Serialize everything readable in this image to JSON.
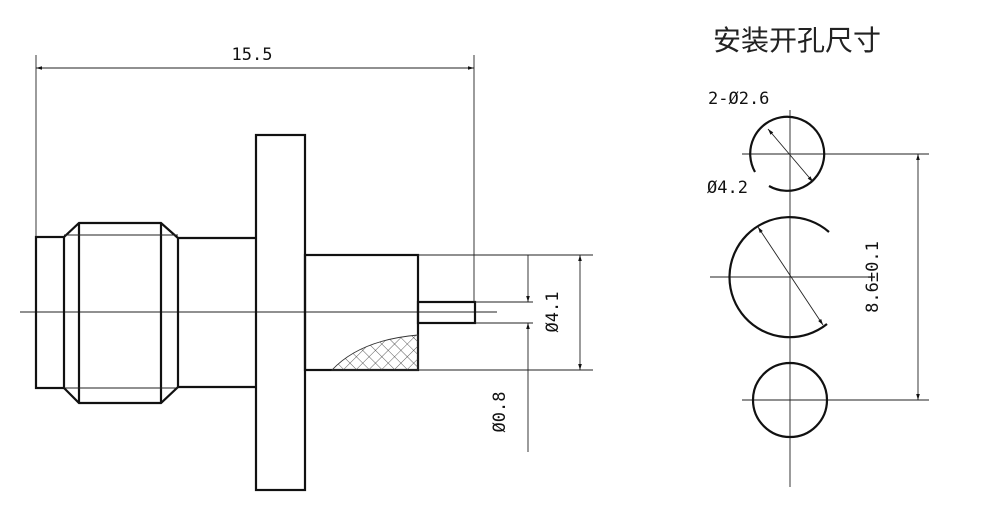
{
  "connector_view": {
    "overall_length": "15.5",
    "body_diameter": "Ø4.1",
    "pin_diameter": "Ø0.8"
  },
  "mounting_holes": {
    "title": "安装开孔尺寸",
    "small_holes": "2-Ø2.6",
    "center_hole": "Ø4.2",
    "hole_spacing": "8.6±0.1"
  }
}
